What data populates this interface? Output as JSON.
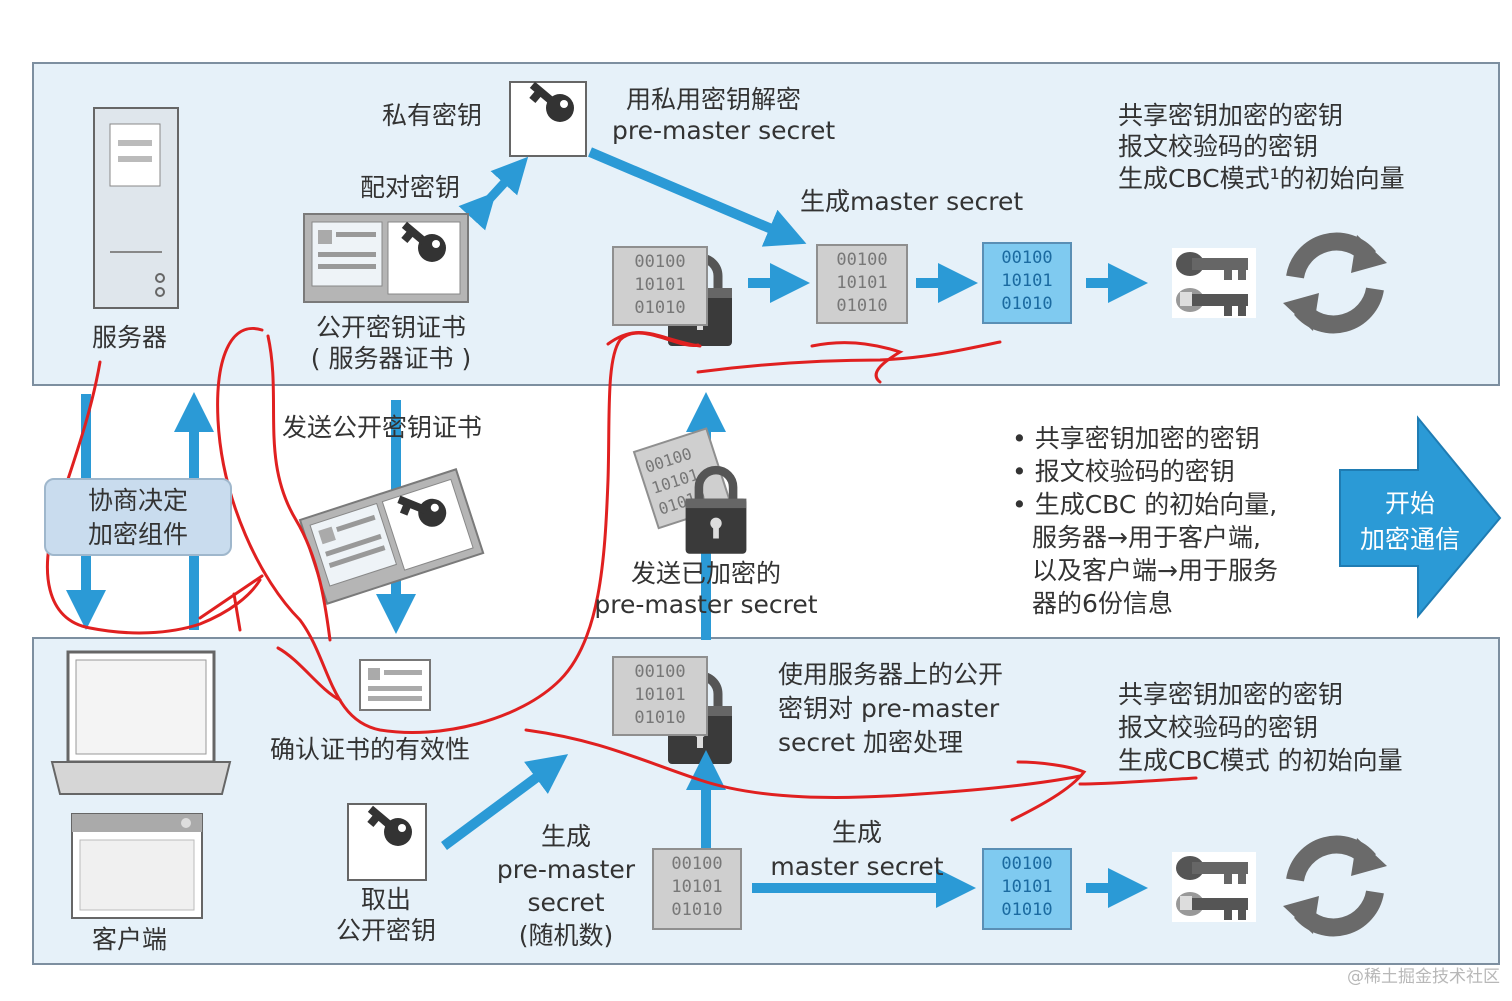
{
  "server": {
    "label": "服务器",
    "private_key": "私有密钥",
    "decrypt_note": [
      "用私用密钥解密",
      "pre-master secret"
    ],
    "pair_key": "配对密钥",
    "certificate": [
      "公开密钥证书",
      "( 服务器证书 )"
    ],
    "generate_master": "生成master secret",
    "result_notes": [
      "共享密钥加密的密钥",
      "报文校验码的密钥",
      "生成CBC模式¹的初始向量"
    ],
    "bits": [
      "00100",
      "10101",
      "01010"
    ]
  },
  "middle": {
    "negotiate": [
      "协商决定",
      "加密组件"
    ],
    "send_cert": "发送公开密钥证书",
    "send_encrypted": [
      "发送已加密的",
      "pre-master secret"
    ],
    "bullet_list": [
      "• 共享密钥加密的密钥",
      "• 报文校验码的密钥",
      "• 生成CBC 的初始向量,",
      "服务器→用于客户端,",
      "以及客户端→用于服务",
      "器的6份信息"
    ],
    "start_button": [
      "开始",
      "加密通信"
    ]
  },
  "client": {
    "label": "客户端",
    "verify_cert": "确认证书的有效性",
    "take_key": [
      "取出",
      "公开密钥"
    ],
    "generate_pms": [
      "生成",
      "pre-master",
      "secret",
      "(随机数)"
    ],
    "encrypt_note": [
      "使用服务器上的公开",
      "密钥对 pre-master",
      "secret 加密处理"
    ],
    "generate_master": [
      "生成",
      "master secret"
    ],
    "result_notes": [
      "共享密钥加密的密钥",
      "报文校验码的密钥",
      "生成CBC模式 的初始向量"
    ]
  },
  "watermark": "@稀土掘金技术社区",
  "colors": {
    "arrow": "#2b9ad6",
    "panel": "#e6f1f9",
    "border": "#7d8fa0",
    "annotation": "#e02020"
  }
}
